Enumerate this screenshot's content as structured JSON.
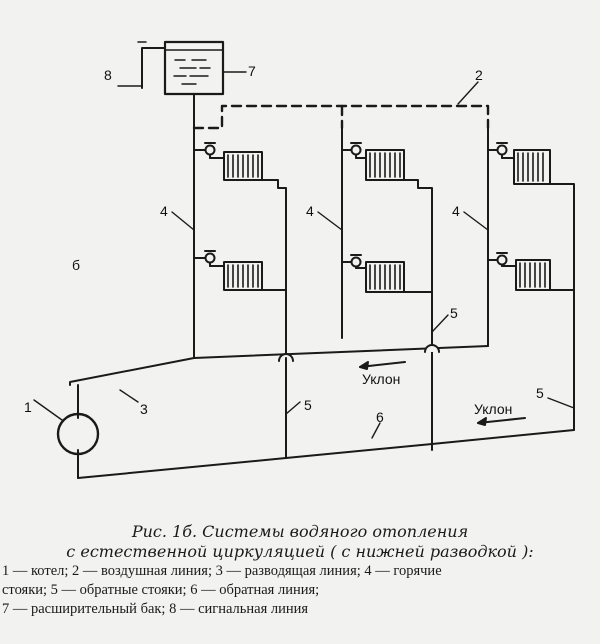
{
  "diagram_label": "б",
  "components": [
    {
      "number": "1",
      "label": "1"
    },
    {
      "number": "2",
      "label": "2"
    },
    {
      "number": "3",
      "label": "3"
    },
    {
      "number": "4",
      "label": "4"
    },
    {
      "number": "5",
      "label": "5"
    },
    {
      "number": "6",
      "label": "6"
    },
    {
      "number": "7",
      "label": "7"
    },
    {
      "number": "8",
      "label": "8"
    }
  ],
  "slope_labels": [
    "Уклон",
    "Уклон"
  ],
  "caption": {
    "title_line1": "Рис. 1б. Системы водяного отопления",
    "title_line2": "с естественной циркуляцией ( с нижней разводкой ):",
    "legend_line1": "1 — котел; 2 — воздушная линия; 3 — разводящая линия; 4 — горячие",
    "legend_line2": "стояки; 5 — обратные стояки; 6 — обратная линия;",
    "legend_line3": "7 — расширительный бак; 8 — сигнальная линия"
  }
}
